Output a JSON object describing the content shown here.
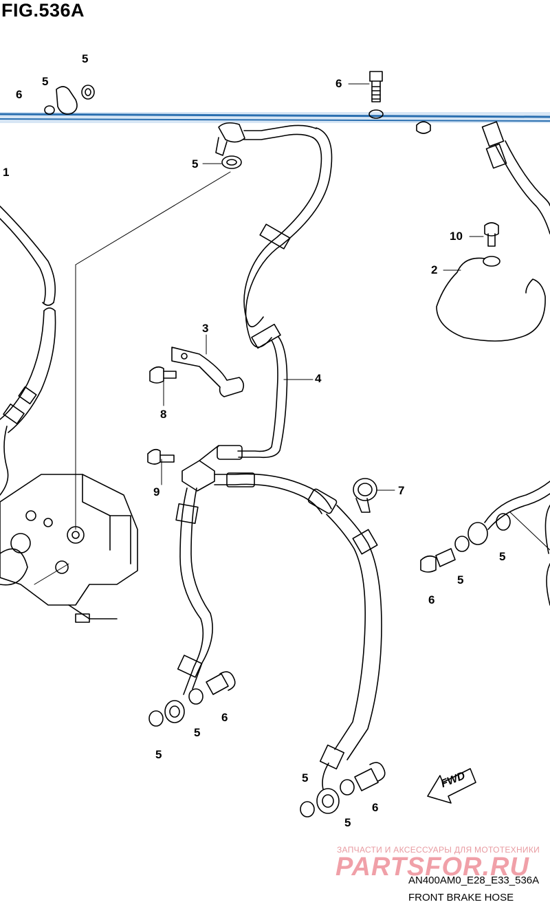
{
  "figure": {
    "title": "FIG.536A",
    "code": "AN400AM0_E28_E33_536A",
    "caption": "FRONT BRAKE HOSE"
  },
  "fwd_label": "FWD",
  "watermark": {
    "tagline": "ЗАПЧАСТИ И АКСЕССУАРЫ ДЛЯ МОТОТЕХНИКИ",
    "logo": "PARTSFOR.RU"
  },
  "callouts": [
    {
      "id": "c-5-top",
      "text": "5"
    },
    {
      "id": "c-5-left",
      "text": "5"
    },
    {
      "id": "c-6-topleft",
      "text": "6"
    },
    {
      "id": "c-6-topmid",
      "text": "6"
    },
    {
      "id": "c-5-upper",
      "text": "5"
    },
    {
      "id": "c-1",
      "text": "1"
    },
    {
      "id": "c-10",
      "text": "10"
    },
    {
      "id": "c-2",
      "text": "2"
    },
    {
      "id": "c-3",
      "text": "3"
    },
    {
      "id": "c-4",
      "text": "4"
    },
    {
      "id": "c-8",
      "text": "8"
    },
    {
      "id": "c-9",
      "text": "9"
    },
    {
      "id": "c-7",
      "text": "7"
    },
    {
      "id": "c-5-right1",
      "text": "5"
    },
    {
      "id": "c-5-right2",
      "text": "5"
    },
    {
      "id": "c-6-right",
      "text": "6"
    },
    {
      "id": "c-6-lower",
      "text": "6"
    },
    {
      "id": "c-5-lower1",
      "text": "5"
    },
    {
      "id": "c-5-lower2",
      "text": "5"
    },
    {
      "id": "c-5-bot1",
      "text": "5"
    },
    {
      "id": "c-5-bot2",
      "text": "5"
    },
    {
      "id": "c-6-bot",
      "text": "6"
    }
  ],
  "colors": {
    "line": "#000000",
    "scan_band": "#2a6fb0",
    "watermark": "#f0a0a8"
  }
}
